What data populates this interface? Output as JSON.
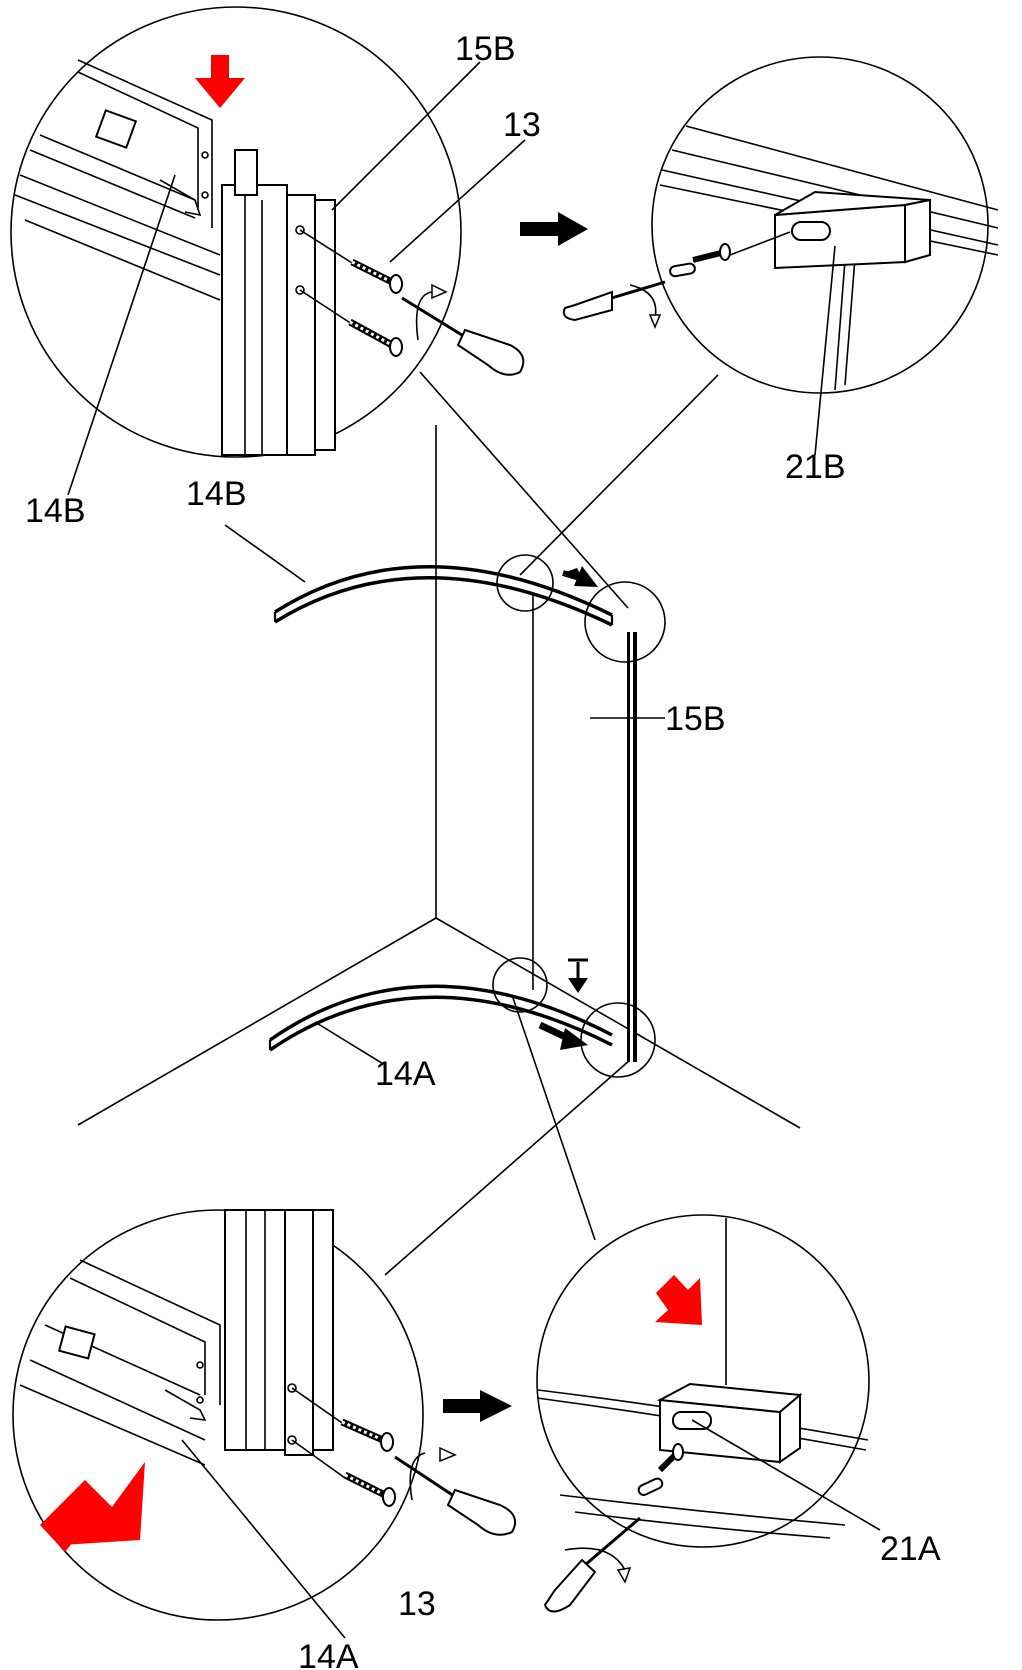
{
  "labels": {
    "top_left_15B": "15B",
    "top_left_13": "13",
    "top_left_14B": "14B",
    "top_right_21B": "21B",
    "main_14B": "14B",
    "main_15B": "15B",
    "main_14A": "14A",
    "bottom_right_21A": "21A",
    "bottom_left_13": "13",
    "bottom_left_14A": "14A"
  },
  "colors": {
    "line": "#000000",
    "accent_arrow": "#ff0000",
    "background": "#ffffff"
  },
  "icons": {
    "red_push_arrow": "arrow-down-red",
    "black_direction_arrow": "arrow-right-black",
    "screwdriver": "screwdriver-icon",
    "rotation": "rotate-clockwise-icon"
  }
}
